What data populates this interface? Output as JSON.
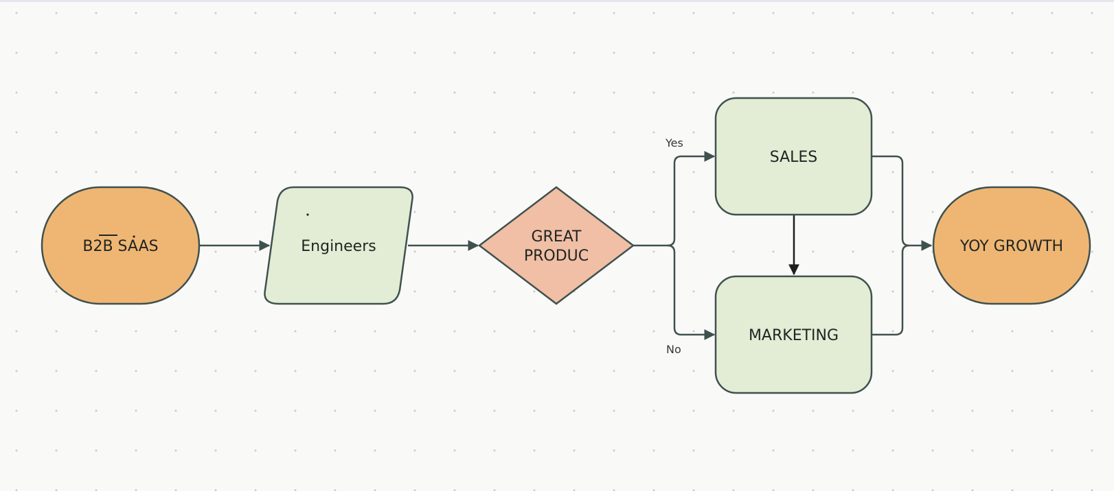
{
  "nodes": {
    "b2b_saas": {
      "text": "B2B SAAS"
    },
    "engineers": {
      "text": "Engineers"
    },
    "great_product": {
      "line1": "GREAT",
      "line2": "PRODUC"
    },
    "sales": {
      "text": "SALES"
    },
    "marketing": {
      "text": "MARKETING"
    },
    "yoy_growth": {
      "text": "YOY GROWTH"
    }
  },
  "edges": {
    "yes_label": "Yes",
    "no_label": "No"
  },
  "colors": {
    "terminal_fill": "#efb673",
    "process_fill": "#e3ecd4",
    "decision_fill": "#f0bfa5",
    "stroke": "#3f514e",
    "canvas": "#f9f9f8"
  }
}
